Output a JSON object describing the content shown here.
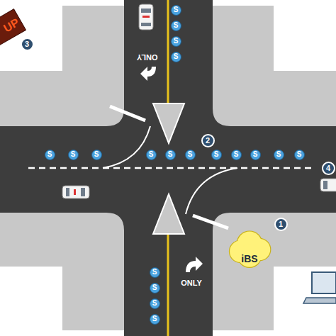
{
  "diagram": {
    "nodes": [
      {
        "text": [
          "iBS"
        ]
      }
    ],
    "labels": [
      "UP",
      "3",
      "S",
      "S",
      "S",
      "S",
      "ONLY",
      "2",
      "S",
      "S",
      "S",
      "S",
      "S",
      "S",
      "S",
      "S",
      "S",
      "S",
      "S",
      "4",
      "1",
      "ONLY",
      "S",
      "S",
      "S",
      "S"
    ]
  }
}
